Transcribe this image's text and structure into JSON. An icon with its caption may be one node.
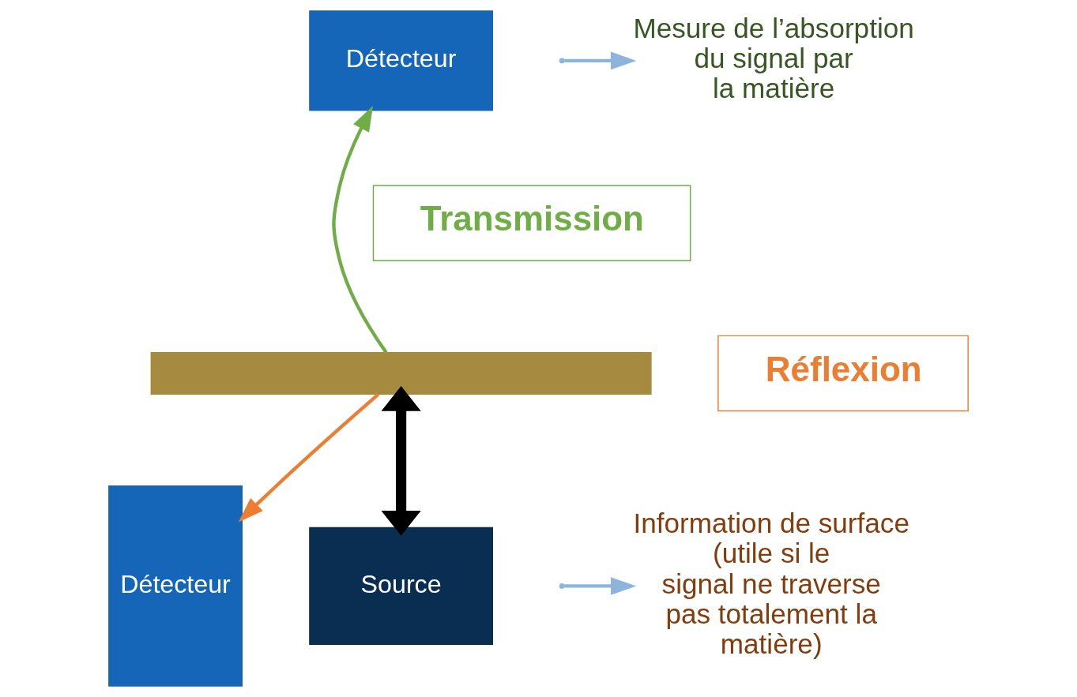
{
  "diagram": {
    "nodes": [
      {
        "text": [
          "Détecteur"
        ]
      },
      {
        "text": [
          "Mesure de l’absorption du signal par la matière"
        ]
      },
      {
        "text": [
          "Transmission"
        ]
      },
      {
        "text": [],
        "shape": "bar"
      },
      {
        "text": [
          "Réflexion"
        ]
      },
      {
        "text": [
          "Détecteur"
        ]
      },
      {
        "text": [
          "Information de surface (utile si le signal ne traverse pas totalement la matière)"
        ]
      },
      {
        "text": [
          "Source"
        ]
      }
    ],
    "edges": [
      {
        "from": 7,
        "to": 3,
        "arrow": "both",
        "style": "thick",
        "color": "#000000"
      },
      {
        "from": 3,
        "to": 0,
        "arrow": "to",
        "color": "#70ad47"
      },
      {
        "from": 3,
        "to": 5,
        "arrow": "to",
        "color": "#ed7d31"
      },
      {
        "from": null,
        "to": 1,
        "arrow": "to",
        "color": "#8db4dc"
      },
      {
        "from": null,
        "to": 6,
        "arrow": "to",
        "color": "#8db4dc"
      }
    ]
  }
}
